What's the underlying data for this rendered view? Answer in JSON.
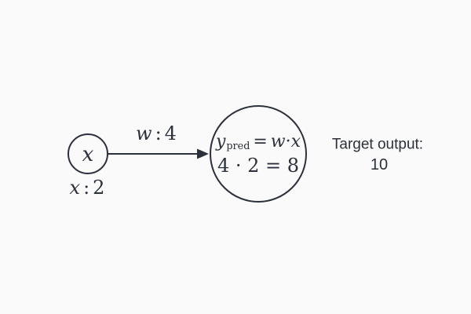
{
  "colors": {
    "background": "#fafafa",
    "ink": "#2c303a"
  },
  "diagram": {
    "input_node": {
      "symbol": "x",
      "value": {
        "var": "x",
        "colon": ":",
        "num": "2"
      }
    },
    "edge": {
      "weight": {
        "var": "w",
        "colon": ":",
        "num": "4"
      }
    },
    "output_node": {
      "formula": {
        "var": "y",
        "sub": "pred",
        "equals": "=",
        "expr": "w·x"
      },
      "computation": "4 · 2 = 8"
    },
    "target": {
      "label": "Target output:",
      "value": "10"
    }
  }
}
